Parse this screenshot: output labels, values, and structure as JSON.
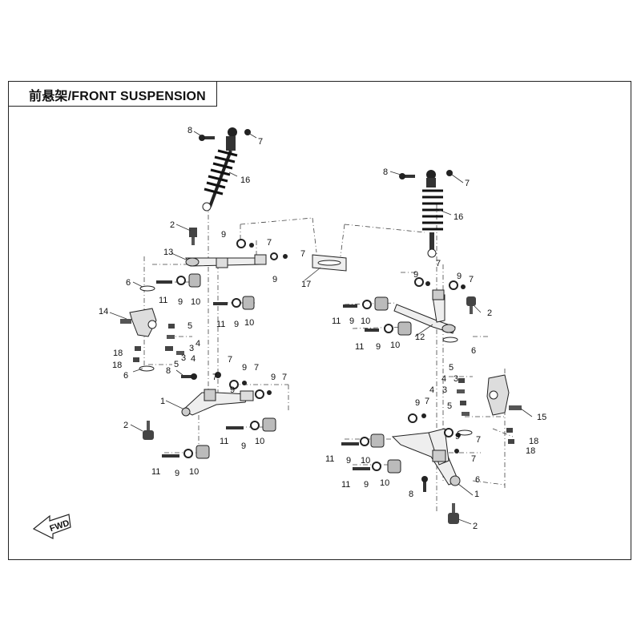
{
  "title": "前悬架/FRONT SUSPENSION",
  "direction_arrow": "FWD",
  "callouts": {
    "c1a": "1",
    "c1b": "1",
    "c2a": "2",
    "c2b": "2",
    "c2c": "2",
    "c2d": "2",
    "c3a": "3",
    "c3b": "3",
    "c3c": "3",
    "c3d": "3",
    "c4a": "4",
    "c4b": "4",
    "c4c": "4",
    "c4d": "4",
    "c5a": "5",
    "c5b": "5",
    "c5c": "5",
    "c5d": "5",
    "c6a": "6",
    "c6b": "6",
    "c6c": "6",
    "c6d": "6",
    "c7a": "7",
    "c7b": "7",
    "c7c": "7",
    "c7d": "7",
    "c7e": "7",
    "c7f": "7",
    "c7g": "7",
    "c7h": "7",
    "c7i": "7",
    "c7j": "7",
    "c7k": "7",
    "c7l": "7",
    "c8a": "8",
    "c8b": "8",
    "c8c": "8",
    "c8d": "8",
    "c9a": "9",
    "c9b": "9",
    "c9c": "9",
    "c9d": "9",
    "c9e": "9",
    "c9f": "9",
    "c9g": "9",
    "c9h": "9",
    "c9i": "9",
    "c9j": "9",
    "c9k": "9",
    "c9l": "9",
    "c9m": "9",
    "c9n": "9",
    "c9o": "9",
    "c10a": "10",
    "c10b": "10",
    "c10c": "10",
    "c10d": "10",
    "c10e": "10",
    "c10f": "10",
    "c10g": "10",
    "c10h": "10",
    "c11a": "11",
    "c11b": "11",
    "c11c": "11",
    "c11d": "11",
    "c11e": "11",
    "c11f": "11",
    "c11g": "11",
    "c11h": "11",
    "c12": "12",
    "c13": "13",
    "c14": "14",
    "c15": "15",
    "c16a": "16",
    "c16b": "16",
    "c17": "17",
    "c18a": "18",
    "c18b": "18",
    "c18c": "18",
    "c18d": "18"
  }
}
